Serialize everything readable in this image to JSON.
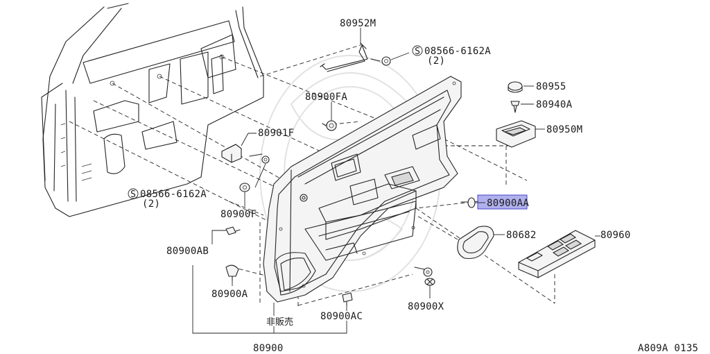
{
  "diagram_code": "A809A 0135",
  "labels": {
    "p80952M": "80952M",
    "screw_top": "08566-6162A",
    "screw_top_qty": "(2)",
    "p80900FA": "80900FA",
    "p80955": "80955",
    "p80940A": "80940A",
    "p80950M": "80950M",
    "p80901F": "80901F",
    "screw_left": "08566-6162A",
    "screw_left_qty": "(2)",
    "p80900F": "80900F",
    "p80900AA": "80900AA",
    "p80682": "80682",
    "p80960": "80960",
    "p80900AB": "80900AB",
    "p80900A": "80900A",
    "p80900X": "80900X",
    "p80900AC": "80900AC",
    "not_for_sale": "非販売",
    "p80900": "80900"
  },
  "symbols": {
    "standard_part_mark": "S"
  },
  "highlight": {
    "part": "80900AA",
    "color": "#6f6fe0"
  }
}
